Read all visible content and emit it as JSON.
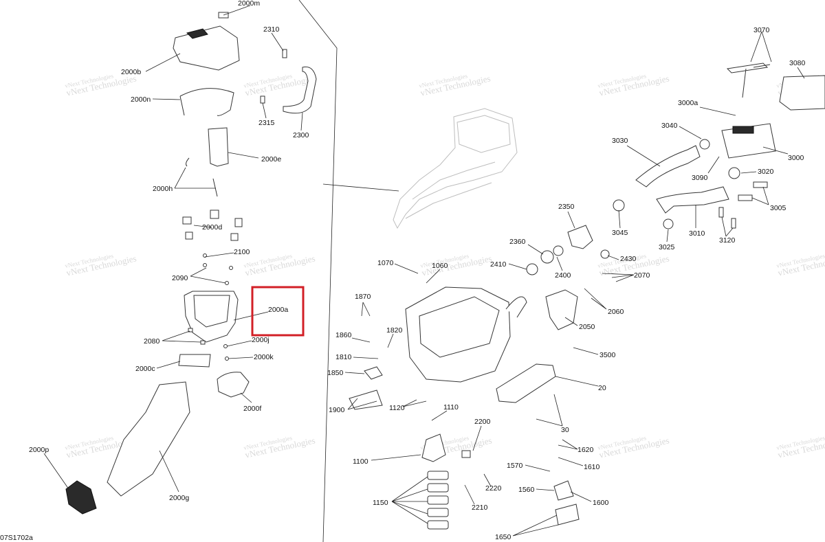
{
  "diagram_code": "07S1702a",
  "watermark": {
    "line1": "vNext Technologies",
    "line2": "vNext Technologies"
  },
  "highlight": {
    "color": "#d21f26",
    "target_label": "2000a"
  },
  "labels": {
    "l2000m": "2000m",
    "l2000b": "2000b",
    "l2310": "2310",
    "l2000n": "2000n",
    "l2315": "2315",
    "l2300": "2300",
    "l2000e": "2000e",
    "l2000h": "2000h",
    "l2000d": "2000d",
    "l2100": "2100",
    "l2090": "2090",
    "l2000a": "2000a",
    "l2080": "2080",
    "l2000j": "2000j",
    "l2000k": "2000k",
    "l2000c": "2000c",
    "l2000f": "2000f",
    "l2000p": "2000p",
    "l2000g": "2000g",
    "l3070": "3070",
    "l3080": "3080",
    "l3000a": "3000a",
    "l3040": "3040",
    "l3030": "3030",
    "l3000": "3000",
    "l3090": "3090",
    "l3020": "3020",
    "l3005": "3005",
    "l3010": "3010",
    "l3120": "3120",
    "l3045": "3045",
    "l3025": "3025",
    "l2350": "2350",
    "l2360": "2360",
    "l2410": "2410",
    "l2400": "2400",
    "l2430": "2430",
    "l2070": "2070",
    "l1070": "1070",
    "l1060": "1060",
    "l2060": "2060",
    "l2050": "2050",
    "l1870": "1870",
    "l1820": "1820",
    "l1860": "1860",
    "l1810": "1810",
    "l1850": "1850",
    "l3500": "3500",
    "l20": "20",
    "l1900": "1900",
    "l1120": "1120",
    "l1110": "1110",
    "l30": "30",
    "l2200": "2200",
    "l1620": "1620",
    "l1100": "1100",
    "l1610": "1610",
    "l1570": "1570",
    "l2220": "2220",
    "l1560": "1560",
    "l1150": "1150",
    "l2210": "2210",
    "l1600": "1600",
    "l1650": "1650"
  }
}
